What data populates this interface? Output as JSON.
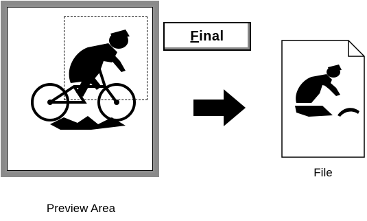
{
  "preview": {
    "label": "Preview Area"
  },
  "button": {
    "label_mnemonic": "F",
    "label_rest": "inal"
  },
  "file": {
    "label": "File"
  },
  "icons": {
    "preview_image": "cyclist-image",
    "arrow": "right-arrow-icon",
    "file_thumbnail": "cyclist-crop-image",
    "file_page": "document-icon"
  }
}
